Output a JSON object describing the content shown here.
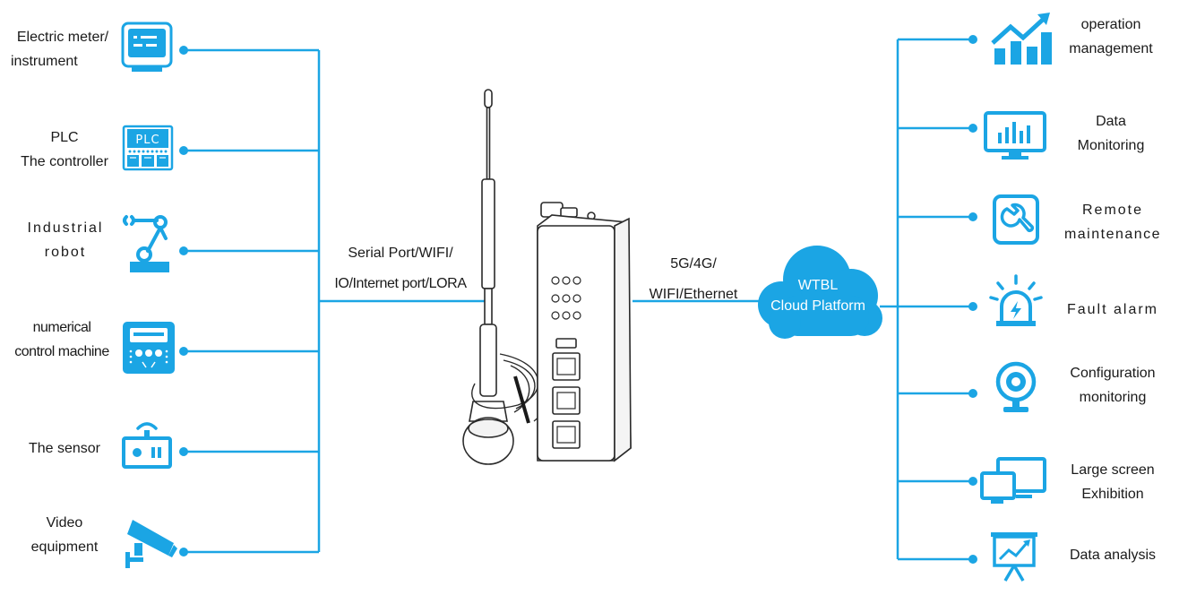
{
  "colors": {
    "accent": "#1ba5e4",
    "device_outline": "#2a2a2a",
    "text": "#1a1a1a"
  },
  "left_devices": [
    {
      "lines": [
        "Electric meter/",
        "instrument"
      ],
      "icon": "electric-meter-icon"
    },
    {
      "lines": [
        "PLC",
        "The controller"
      ],
      "icon": "plc-icon",
      "icon_text": "PLC"
    },
    {
      "lines": [
        "Industrial",
        "robot"
      ],
      "icon": "industrial-robot-icon"
    },
    {
      "lines": [
        "numerical",
        "control machine"
      ],
      "icon": "cnc-machine-icon"
    },
    {
      "lines": [
        "The sensor"
      ],
      "icon": "sensor-icon"
    },
    {
      "lines": [
        "Video",
        "equipment"
      ],
      "icon": "video-camera-icon"
    }
  ],
  "gateway": {
    "icon": "iot-gateway-icon"
  },
  "connections": {
    "left": [
      "Serial Port/WIFI/",
      "IO/Internet port/LORA"
    ],
    "right": [
      "5G/4G/",
      "WIFI/Ethernet"
    ]
  },
  "cloud": {
    "line1": "WTBL",
    "line2": "Cloud Platform"
  },
  "right_functions": [
    {
      "lines": [
        "operation",
        "management"
      ],
      "icon": "operation-chart-icon"
    },
    {
      "lines": [
        "Data",
        "Monitoring"
      ],
      "icon": "monitor-icon"
    },
    {
      "lines": [
        "Remote",
        "maintenance"
      ],
      "icon": "wrench-icon"
    },
    {
      "lines": [
        "Fault alarm"
      ],
      "icon": "alarm-light-icon"
    },
    {
      "lines": [
        "Configuration",
        "monitoring"
      ],
      "icon": "webcam-icon"
    },
    {
      "lines": [
        "Large screen",
        "Exhibition"
      ],
      "icon": "dual-screen-icon"
    },
    {
      "lines": [
        "Data analysis"
      ],
      "icon": "analysis-board-icon"
    }
  ]
}
